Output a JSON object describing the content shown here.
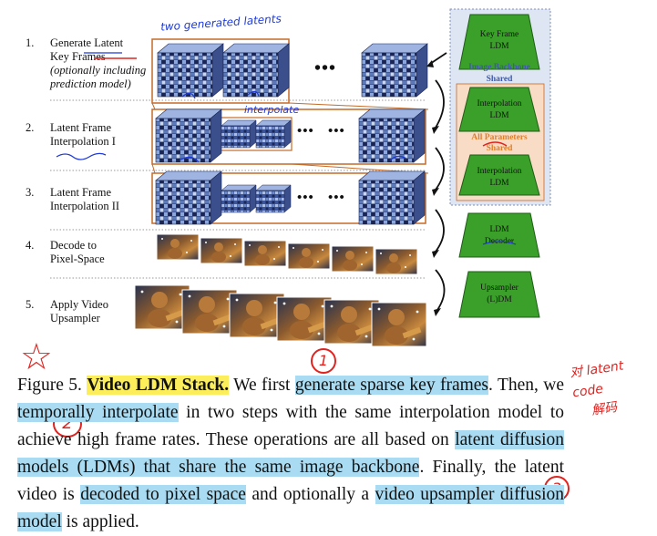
{
  "stages": [
    {
      "num": "1.",
      "lines": [
        "Generate Latent",
        "Key Frames"
      ],
      "note_lines": [
        "(optionally including",
        "prediction model)"
      ]
    },
    {
      "num": "2.",
      "lines": [
        "Latent Frame",
        "Interpolation I"
      ],
      "note_lines": []
    },
    {
      "num": "3.",
      "lines": [
        "Latent Frame",
        "Interpolation II"
      ],
      "note_lines": []
    },
    {
      "num": "4.",
      "lines": [
        "Decode to",
        "Pixel-Space"
      ],
      "note_lines": []
    },
    {
      "num": "5.",
      "lines": [
        "Apply Video",
        "Upsampler"
      ],
      "note_lines": []
    }
  ],
  "ellipsis": "•••",
  "models": {
    "keyframe": [
      "Key Frame",
      "LDM"
    ],
    "backbone_band": [
      "Image Backbone",
      "Shared"
    ],
    "interp1": [
      "Interpolation",
      "LDM"
    ],
    "params_band": [
      "All Parameters",
      "Shared"
    ],
    "interp2": [
      "Interpolation",
      "LDM"
    ],
    "decoder": [
      "LDM",
      "Decoder"
    ],
    "upsampler": [
      "Upsampler",
      "(L)DM"
    ]
  },
  "caption": {
    "label": "Figure 5.",
    "title": "Video LDM Stack.",
    "s1": " We first ",
    "h1": "generate sparse key frames",
    "s2": ". Then, we ",
    "h2": "temporally interpolate",
    "s3": " in two steps with the same interpolation model to achieve high frame rates. These operations are all based on ",
    "h3": "latent diffusion models (LDMs) that share the same image backbone",
    "s4": ". Finally, the latent video is ",
    "h4": "decoded to pixel space",
    "s5": " and optionally a ",
    "h5": "video upsampler diffusion model",
    "s6": " is applied."
  },
  "annotations": {
    "top_note": "two generated latents",
    "interp_note": "interpolate",
    "circle_1": "1",
    "circle_2": "2",
    "circle_3": "3",
    "side_note": [
      "对 latent code",
      "解码"
    ]
  },
  "colors": {
    "model_green": "#3aa02a",
    "backbone_bg": "#dfe6f3",
    "params_bg": "#f8dcc6",
    "frame_border": "#c46b28",
    "highlight_blue": "#a9dcf2",
    "highlight_yellow": "#fbee5a",
    "ink_red": "#e0231f",
    "ink_blue": "#1f3bd6"
  }
}
